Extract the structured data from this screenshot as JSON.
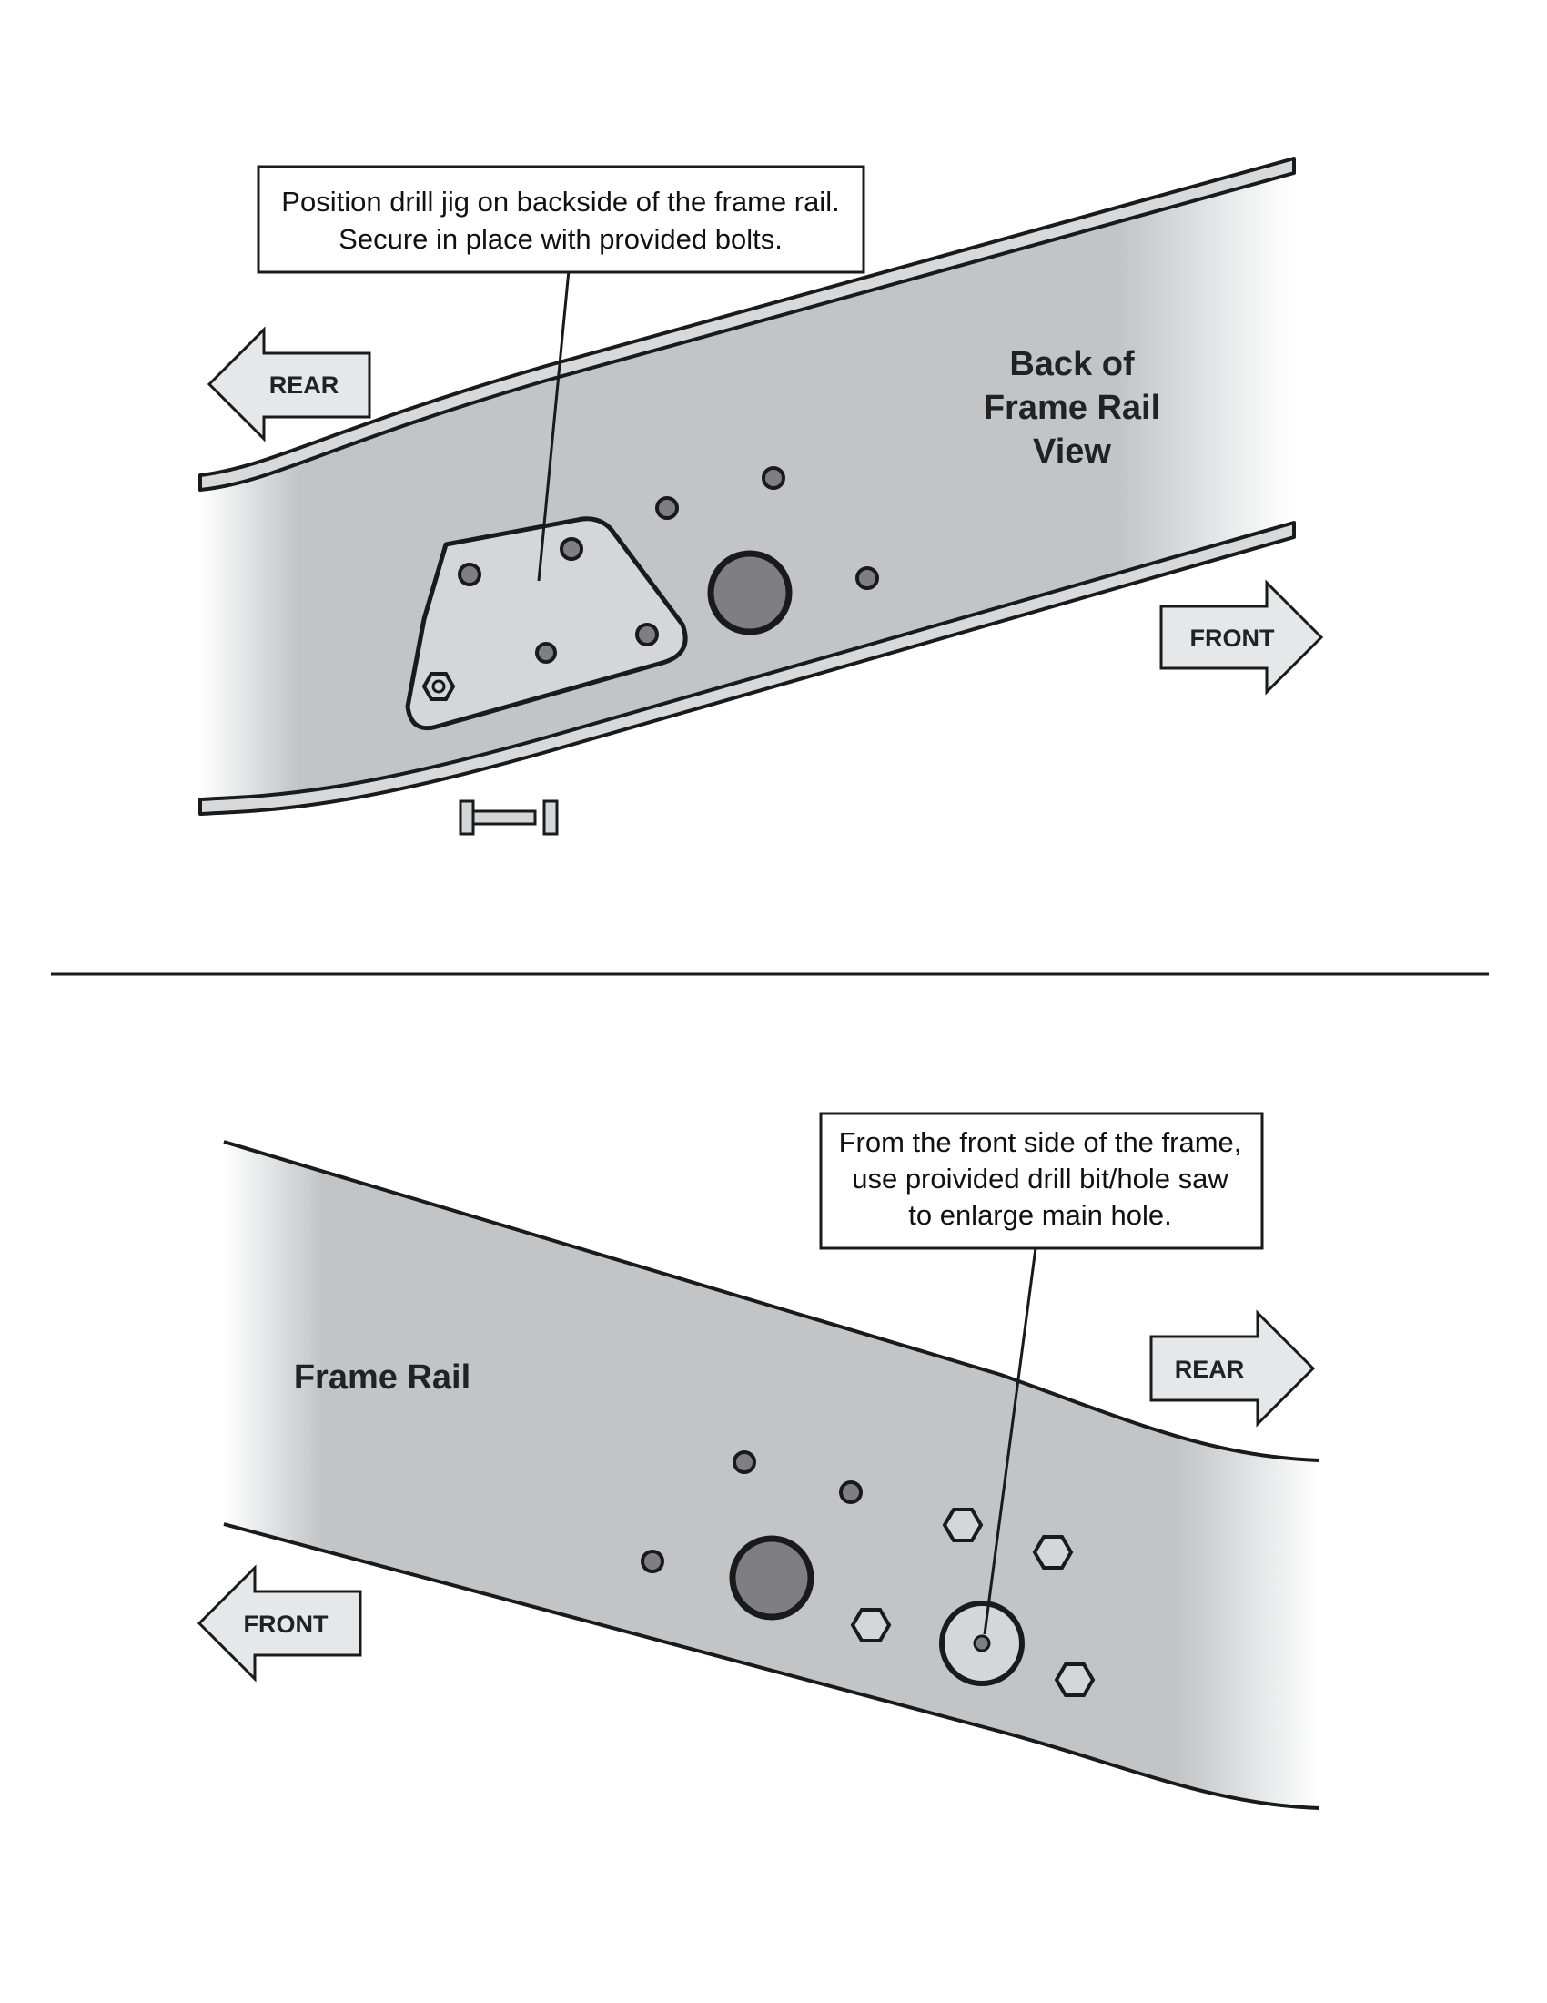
{
  "top_diagram": {
    "callout": {
      "line1": "Position drill jig on backside of the frame rail.",
      "line2": "Secure in place with provided bolts."
    },
    "view_label": {
      "line1": "Back of",
      "line2": "Frame Rail",
      "line3": "View"
    },
    "arrow_left": "REAR",
    "arrow_right": "FRONT"
  },
  "bottom_diagram": {
    "callout": {
      "line1": "From the front side of the frame,",
      "line2": "use proivided drill bit/hole saw",
      "line3": "to enlarge main hole."
    },
    "view_label": "Frame Rail",
    "arrow_right": "REAR",
    "arrow_left": "FRONT"
  },
  "colors": {
    "rail_fill": "#c2c4c6",
    "rail_edge_fade": "#ffffff",
    "hole_fill": "#7f7f81",
    "jig_fill": "#d4d6d8",
    "arrow_fill": "#e6e7e8",
    "outline": "#1a1a1a"
  }
}
